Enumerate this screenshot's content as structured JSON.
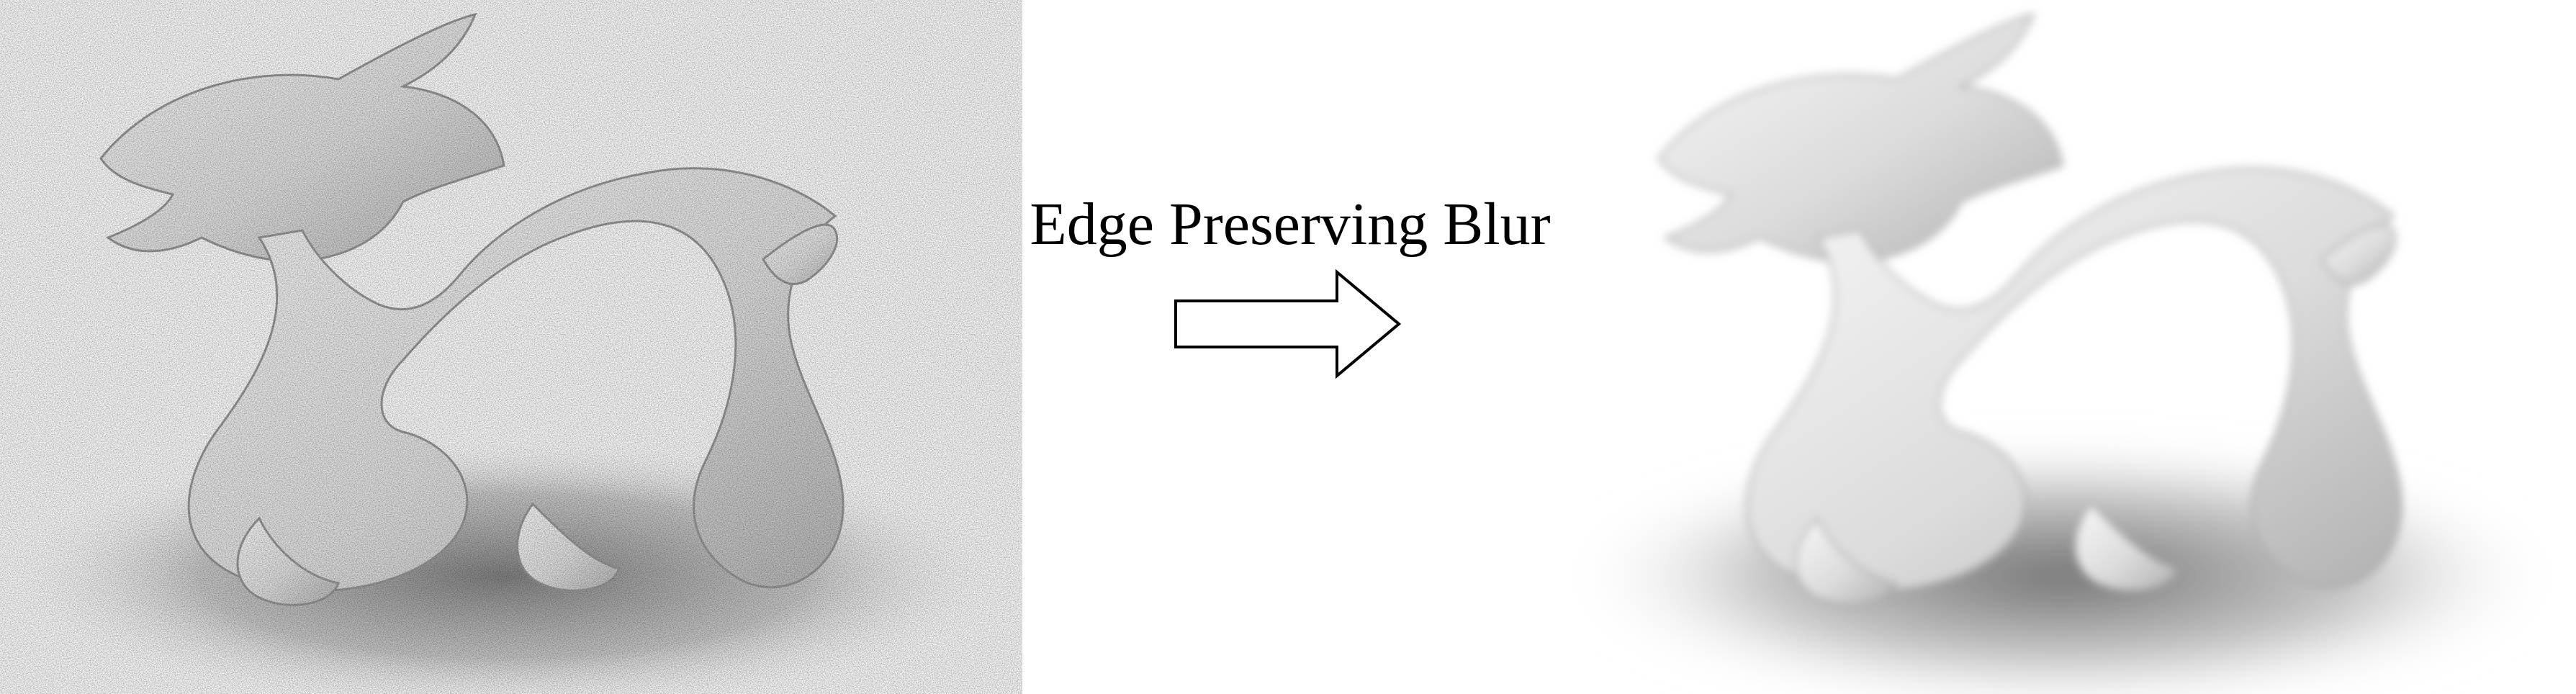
{
  "figure": {
    "caption": "Edge Preserving Blur",
    "left_image": {
      "icon": "noisy-dragon-render",
      "description_visible": false
    },
    "right_image": {
      "icon": "blurred-dragon-render"
    },
    "arrow": {
      "icon": "right-arrow-outline",
      "stroke_color": "#000000",
      "fill_color": "#ffffff"
    },
    "colors": {
      "background": "#ffffff",
      "dragon_light": "#f4f4f4",
      "dragon_mid": "#cfcfcf",
      "dragon_dark": "#8c8c8c",
      "shadow": "#9a9a9a"
    }
  }
}
